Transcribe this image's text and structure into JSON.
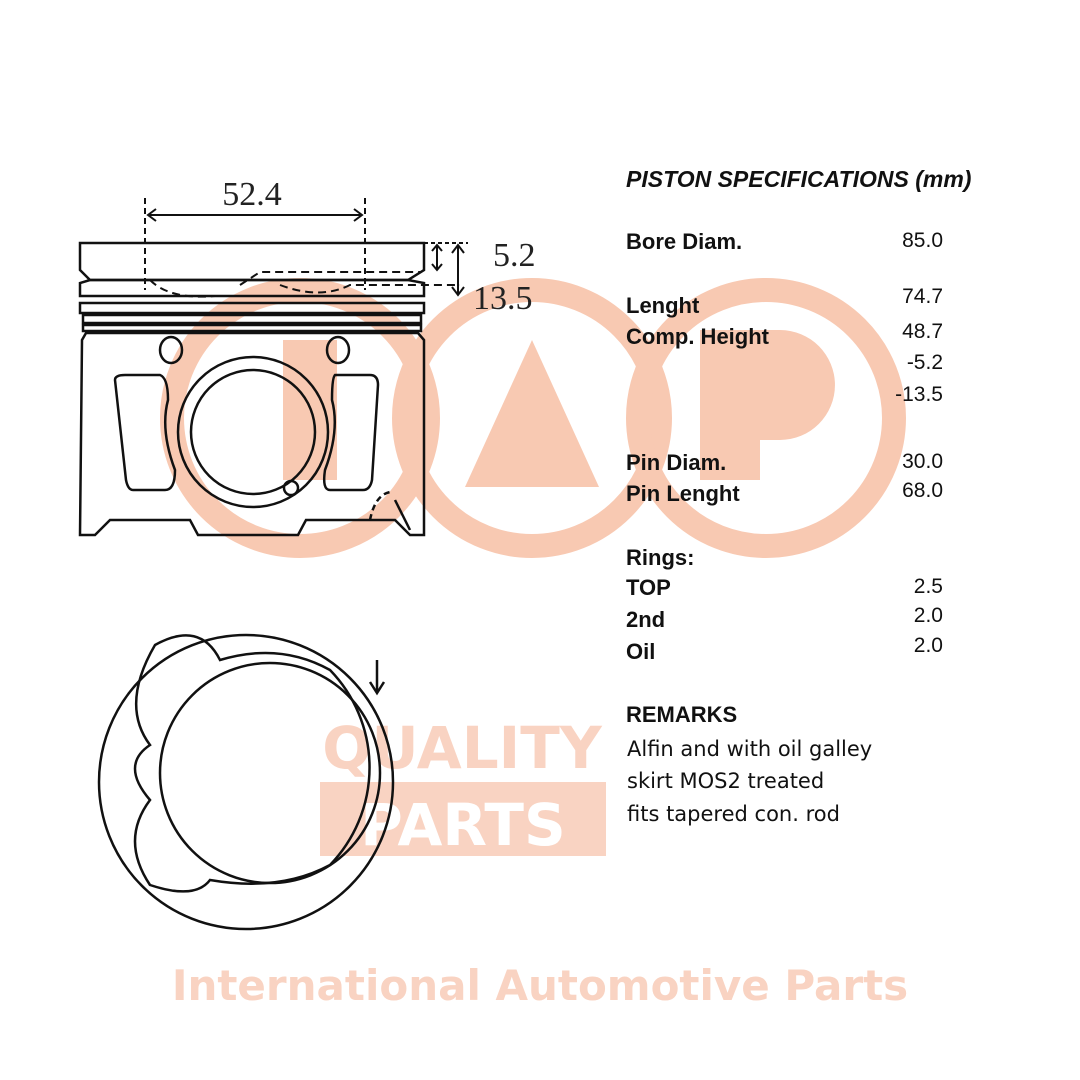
{
  "watermark": {
    "brand": "IAP",
    "tagline": "International Automotive Parts",
    "quality": "QUALITY",
    "parts": "PARTS",
    "color": "#f8c9b2"
  },
  "drawing": {
    "dim_width": "52.4",
    "dim_top": "5.2",
    "dim_depth": "13.5"
  },
  "specs": {
    "title": "PISTON SPECIFICATIONS (mm)",
    "bore_label": "Bore Diam.",
    "bore_value": "85.0",
    "length_label": "Lenght",
    "length_value": "74.7",
    "comp_label": "Comp. Height",
    "comp_value": "48.7",
    "offset1_value": "-5.2",
    "offset2_value": "-13.5",
    "pin_diam_label": "Pin Diam.",
    "pin_diam_value": "30.0",
    "pin_len_label": "Pin Lenght",
    "pin_len_value": "68.0",
    "rings_label": "Rings:",
    "top_label": "TOP",
    "top_value": "2.5",
    "second_label": "2nd",
    "second_value": "2.0",
    "oil_label": "Oil",
    "oil_value": "2.0",
    "remarks_label": "REMARKS",
    "remarks": [
      "Alfin and with oil galley",
      "skirt MOS2 treated",
      "fits tapered con. rod"
    ]
  }
}
